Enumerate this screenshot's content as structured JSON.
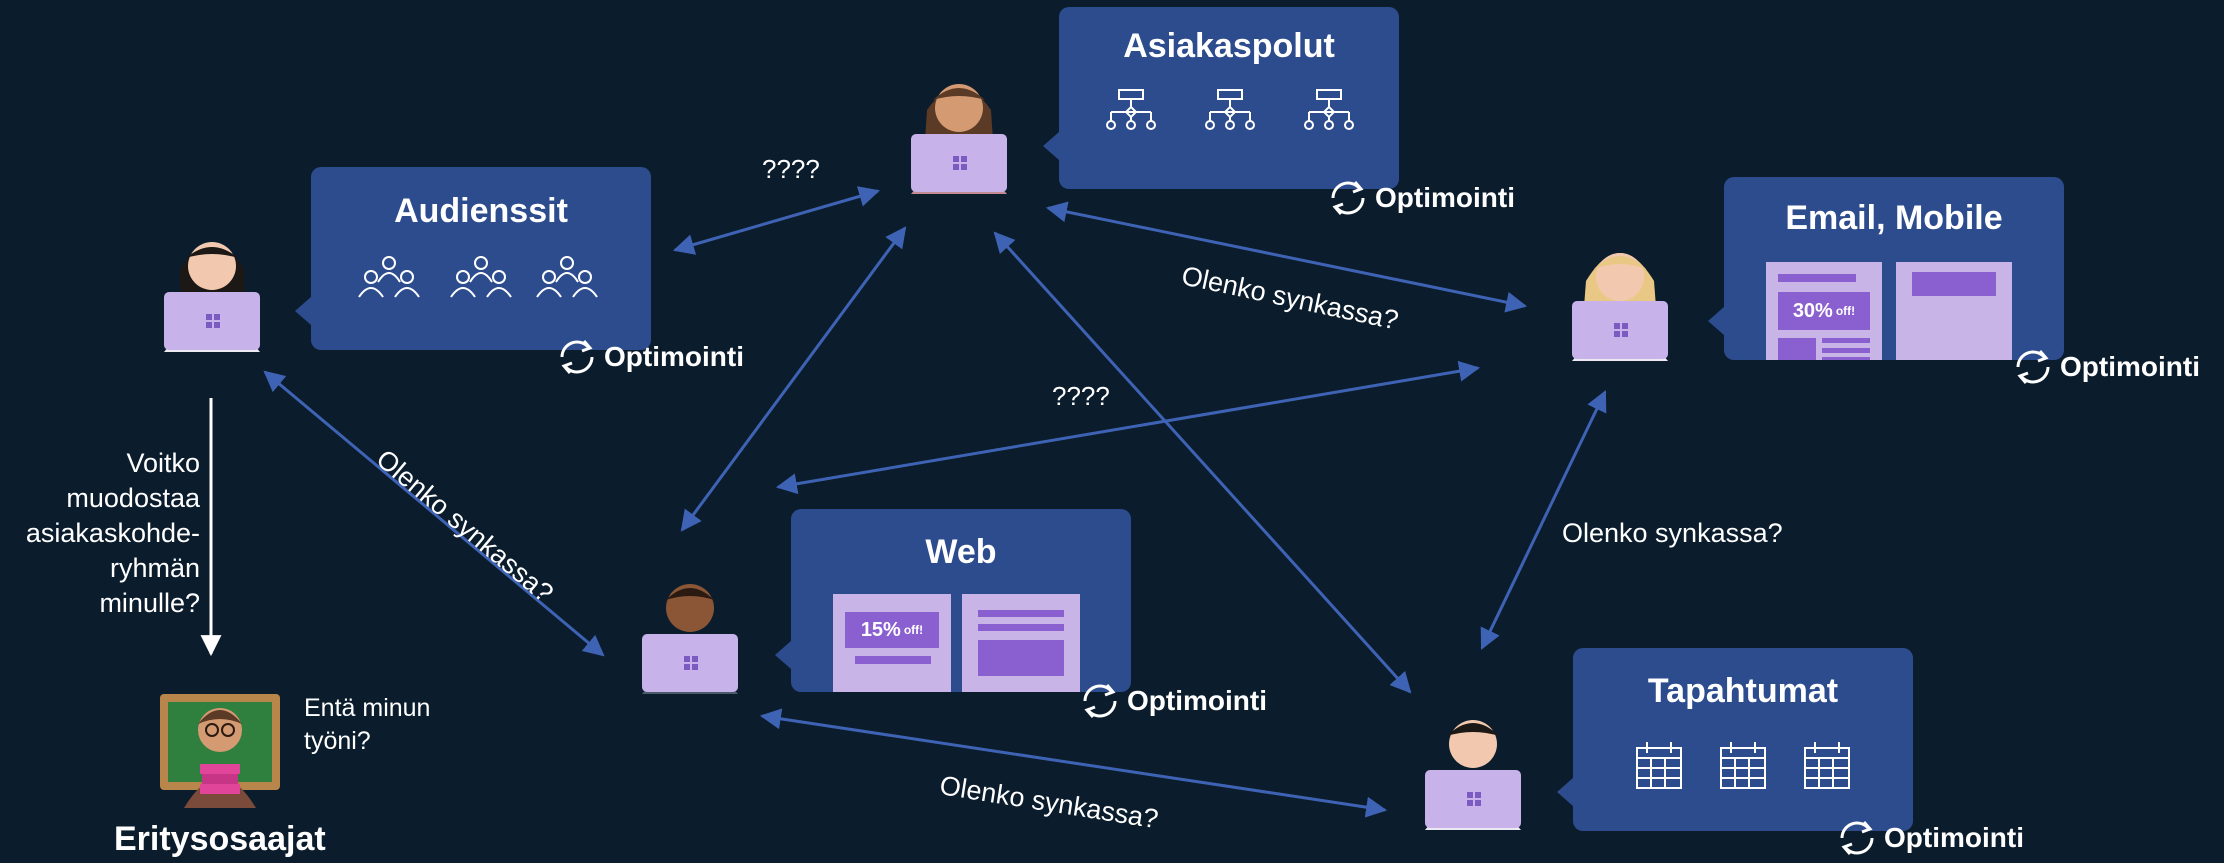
{
  "cards": {
    "asiakaspolut": "Asiakaspolut",
    "audienssit": "Audienssit",
    "email": "Email, Mobile",
    "web": "Web",
    "tapahtumat": "Tapahtumat"
  },
  "optimize_label": "Optimointi",
  "sync_label": "Olenko synkassa?",
  "unknown_label": "????",
  "offers": {
    "email": "30%",
    "web": "15%",
    "suffix": "off!"
  },
  "specialist": {
    "question_lines": [
      "Voitko",
      "muodostaa",
      "asiakaskohde-",
      "ryhmän",
      "minulle?"
    ],
    "reply_lines": [
      "Entä minun",
      "työni?"
    ],
    "title": "Eritysosaajat"
  }
}
